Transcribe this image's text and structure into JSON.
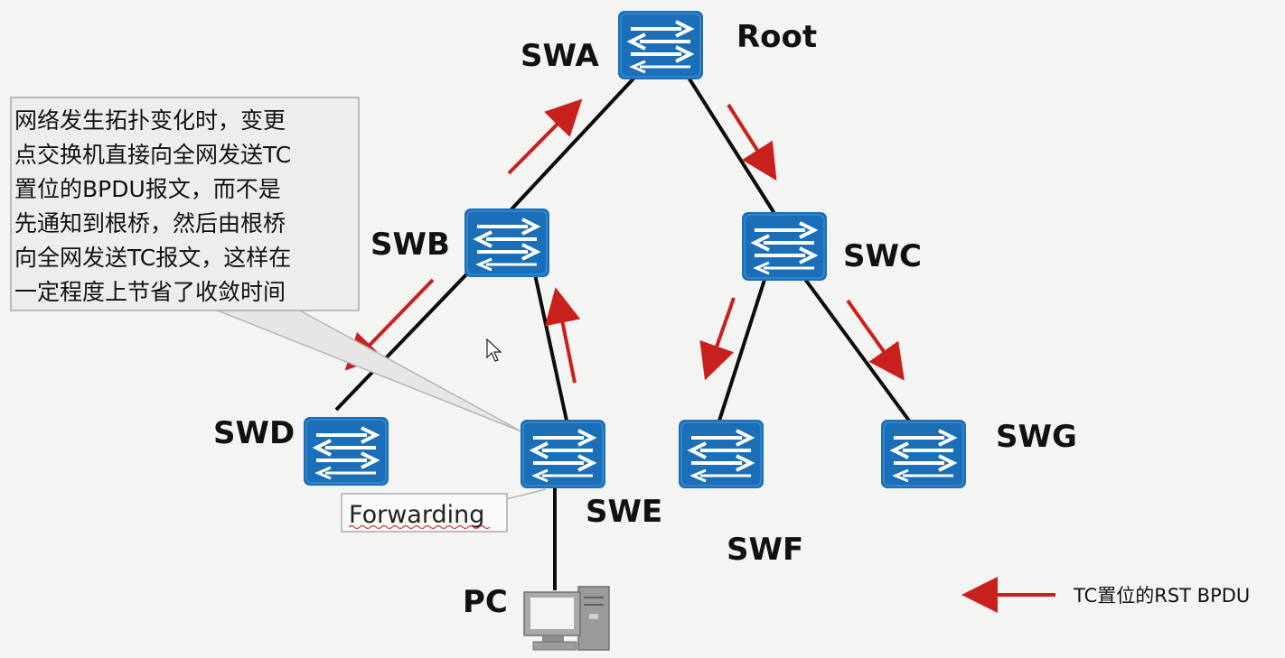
{
  "switches": {
    "swa": {
      "label": "SWA",
      "tag": "Root"
    },
    "swb": {
      "label": "SWB"
    },
    "swc": {
      "label": "SWC"
    },
    "swd": {
      "label": "SWD"
    },
    "swe": {
      "label": "SWE"
    },
    "swf": {
      "label": "SWF"
    },
    "swg": {
      "label": "SWG"
    }
  },
  "pc": {
    "label": "PC"
  },
  "callout": {
    "lines": [
      "网络发生拓扑变化时，变更",
      "点交换机直接向全网发送TC",
      "置位的BPDU报文，而不是",
      "先通知到根桥，然后由根桥",
      "向全网发送TC报文，这样在",
      "一定程度上节省了收敛时间"
    ]
  },
  "port_state": {
    "label": "Forwarding"
  },
  "legend": {
    "label": "TC置位的RST BPDU"
  },
  "colors": {
    "switch": "#1a6fb8",
    "arrow": "#c8201c",
    "link": "#0c0c0c",
    "callout_bg": "#ededed"
  },
  "icons": {
    "switch": "switch-icon",
    "pc": "pc-icon",
    "arrow": "red-arrow-icon"
  }
}
